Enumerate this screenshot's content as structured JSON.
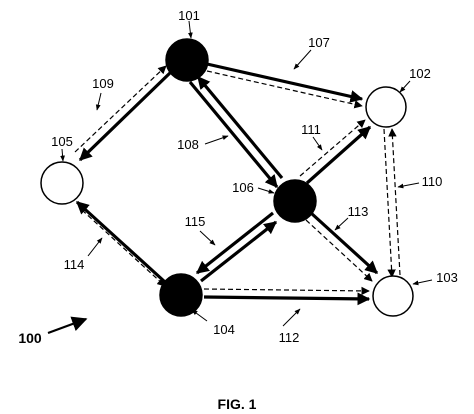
{
  "figure_label": "FIG. 1",
  "system_ref": "100",
  "colors": {
    "ink": "#000000",
    "active_node": "#000000",
    "passive_node": "#ffffff"
  },
  "nodes": [
    {
      "id": "101",
      "fill": "black"
    },
    {
      "id": "102",
      "fill": "white"
    },
    {
      "id": "103",
      "fill": "white"
    },
    {
      "id": "104",
      "fill": "black"
    },
    {
      "id": "105",
      "fill": "white"
    },
    {
      "id": "106",
      "fill": "black"
    }
  ],
  "links": [
    {
      "id": "107",
      "between": [
        "101",
        "102"
      ]
    },
    {
      "id": "108",
      "between": [
        "101",
        "106"
      ]
    },
    {
      "id": "109",
      "between": [
        "101",
        "105"
      ]
    },
    {
      "id": "110",
      "between": [
        "102",
        "103"
      ]
    },
    {
      "id": "111",
      "between": [
        "106",
        "102"
      ]
    },
    {
      "id": "112",
      "between": [
        "104",
        "103"
      ]
    },
    {
      "id": "113",
      "between": [
        "106",
        "103"
      ]
    },
    {
      "id": "114",
      "between": [
        "104",
        "105"
      ]
    },
    {
      "id": "115",
      "between": [
        "106",
        "104"
      ]
    }
  ]
}
